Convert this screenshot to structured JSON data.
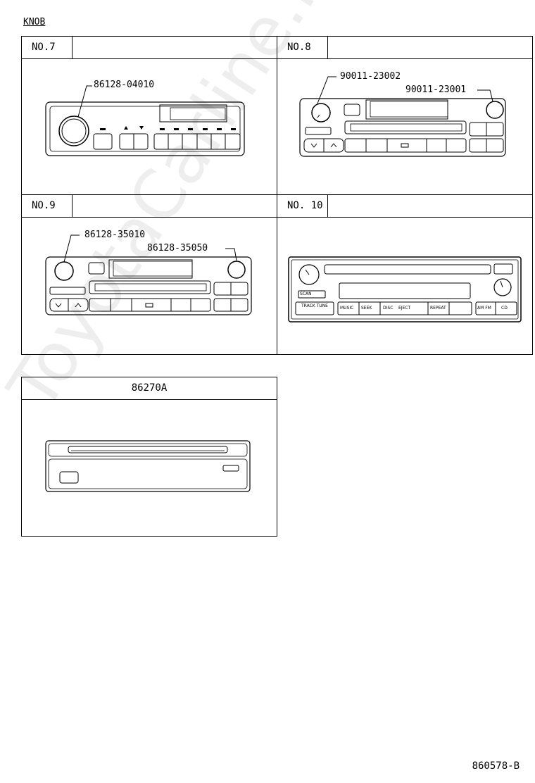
{
  "title": "KNOB",
  "panels": {
    "no7": {
      "label": "NO.7",
      "parts": [
        "86128-04010"
      ]
    },
    "no8": {
      "label": "NO.8",
      "parts": [
        "90011-23002",
        "90011-23001"
      ]
    },
    "no9": {
      "label": "NO.9",
      "parts": [
        "86128-35010",
        "86128-35050"
      ]
    },
    "no10": {
      "label": "NO. 10",
      "buttons": [
        "SCAN",
        "TRACK TUNE",
        "MUSIC",
        "SEEK",
        "DISC",
        "EJECT",
        "REPEAT",
        "AM FM",
        "CD"
      ]
    },
    "cd": {
      "label": "86270A"
    }
  },
  "watermark": "ToyotaCarline.ru",
  "figure_number": "860578-B"
}
